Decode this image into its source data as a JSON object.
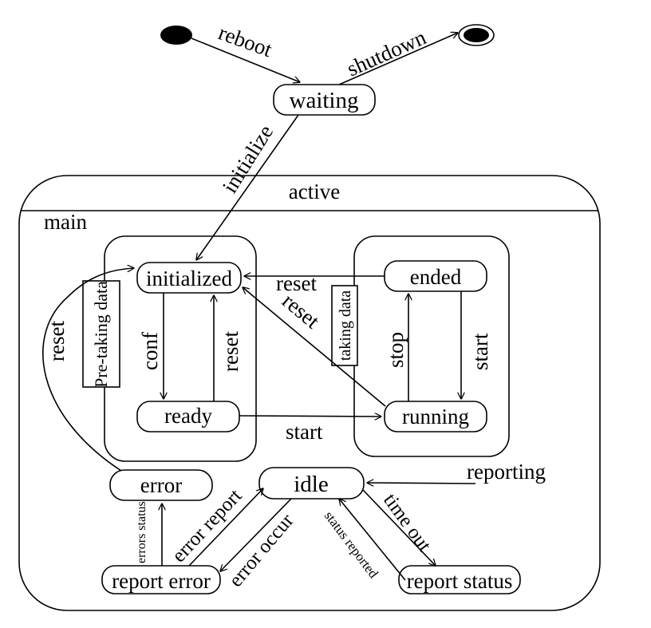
{
  "diagram": {
    "type": "state-machine",
    "containers": {
      "active": "active",
      "main": "main"
    },
    "states": {
      "waiting": "waiting",
      "initialized": "initialized",
      "ready": "ready",
      "ended": "ended",
      "running": "running",
      "error": "error",
      "idle": "idle",
      "report_error": "report error",
      "report_status": "report status"
    },
    "side_boxes": {
      "pre_taking_data": "Pre-taking data",
      "taking_data": "taking data"
    },
    "transitions": {
      "reboot": "reboot",
      "shutdown": "shutdown",
      "initialize": "initialize",
      "reset_left": "reset",
      "conf": "conf",
      "reset_ready": "reset",
      "start_ready": "start",
      "reset_ended": "reset",
      "reset_running": "reset",
      "stop": "stop",
      "start_ended": "start",
      "reporting": "reporting",
      "errors_status": "errors status",
      "error_report": "error report",
      "error_occur": "error occur",
      "status_reported": "status reported",
      "time_out": "time out"
    }
  }
}
